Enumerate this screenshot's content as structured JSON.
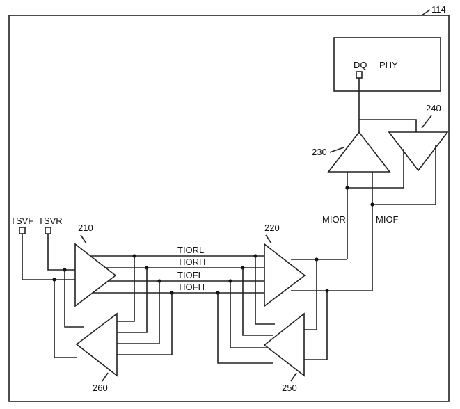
{
  "figure": {
    "ref_number": "114",
    "phy_block": {
      "pin_label": "DQ",
      "block_label": "PHY"
    },
    "components": {
      "amp_210": "210",
      "amp_220": "220",
      "amp_230": "230",
      "amp_240": "240",
      "amp_250": "250",
      "amp_260": "260"
    },
    "signals": {
      "tsvf": "TSVF",
      "tsvr": "TSVR",
      "tiorl": "TIORL",
      "tiorh": "TIORH",
      "tiofl": "TIOFL",
      "tiofh": "TIOFH",
      "mior": "MIOR",
      "miof": "MIOF"
    }
  }
}
